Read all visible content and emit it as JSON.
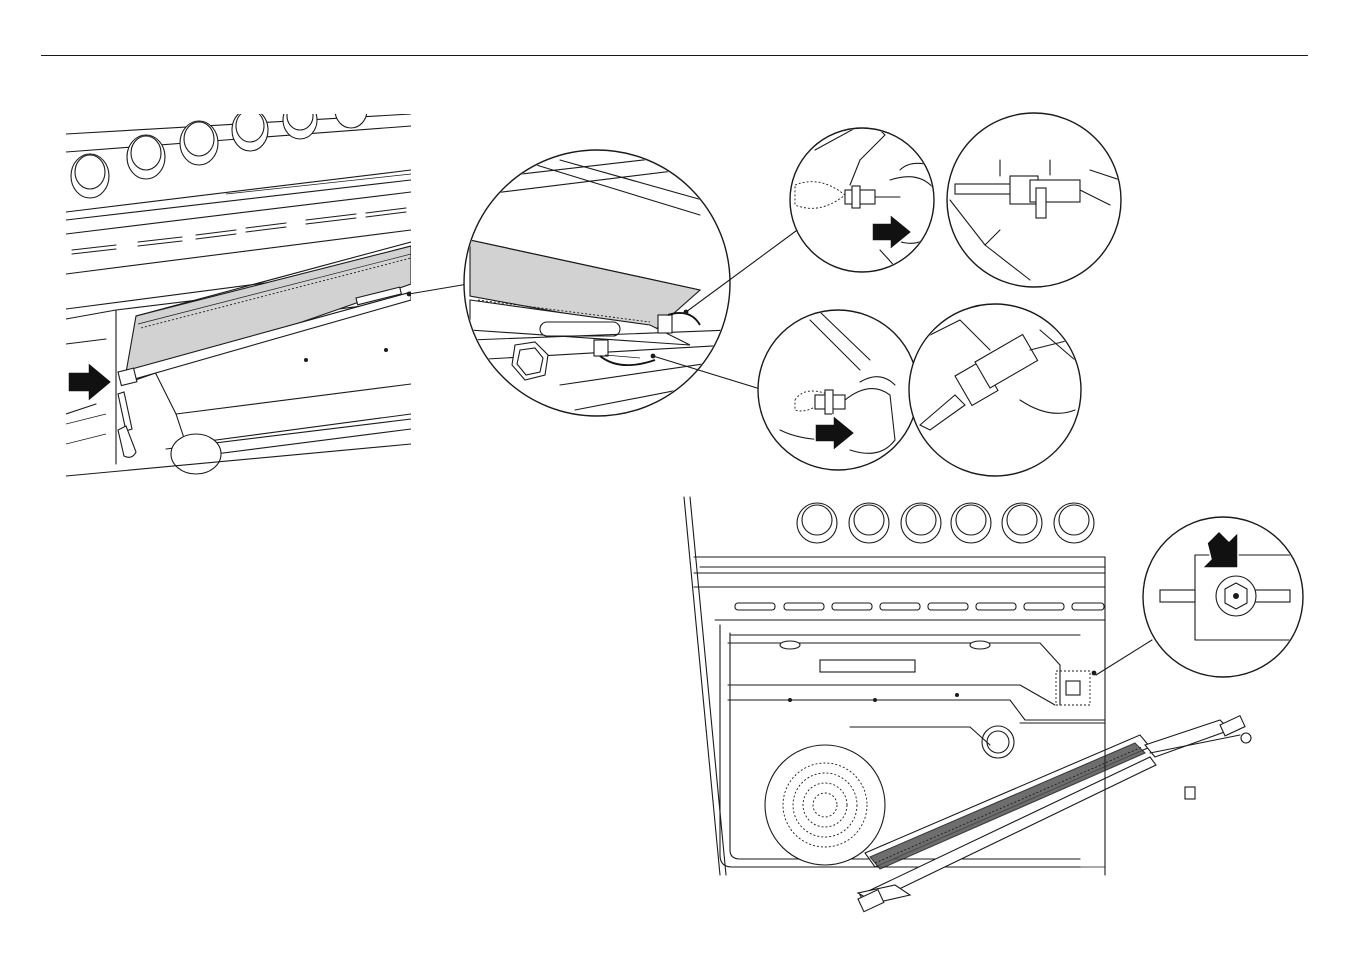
{
  "document": {
    "type": "installation-diagram",
    "figures": [
      {
        "id": "fig-main",
        "subject": "oven-top-element-removal",
        "arrow_count": 1
      },
      {
        "id": "fig-bottom",
        "subject": "broil-burner-slide-out",
        "arrow_count": 1
      }
    ],
    "details": [
      {
        "id": "detail-large",
        "subject": "burner-bracket-closeup"
      },
      {
        "id": "detail-spark-1",
        "subject": "igniter-connector-pull",
        "arrow_count": 1
      },
      {
        "id": "detail-spark-2",
        "subject": "igniter-connector-zoom"
      },
      {
        "id": "detail-thermo-1",
        "subject": "thermocouple-connector-pull",
        "arrow_count": 1
      },
      {
        "id": "detail-thermo-2",
        "subject": "thermocouple-connector-zoom"
      },
      {
        "id": "detail-nut",
        "subject": "hex-nut-fitting",
        "arrow_count": 1
      }
    ],
    "colors": {
      "line": "#1a1a1a",
      "panel-grey": "#d2d2d2",
      "arrow": "#111111",
      "background": "#ffffff"
    },
    "icons": [
      "push-arrow-icon",
      "screwdriver-icon",
      "knob-icon",
      "hex-nut-icon"
    ]
  }
}
